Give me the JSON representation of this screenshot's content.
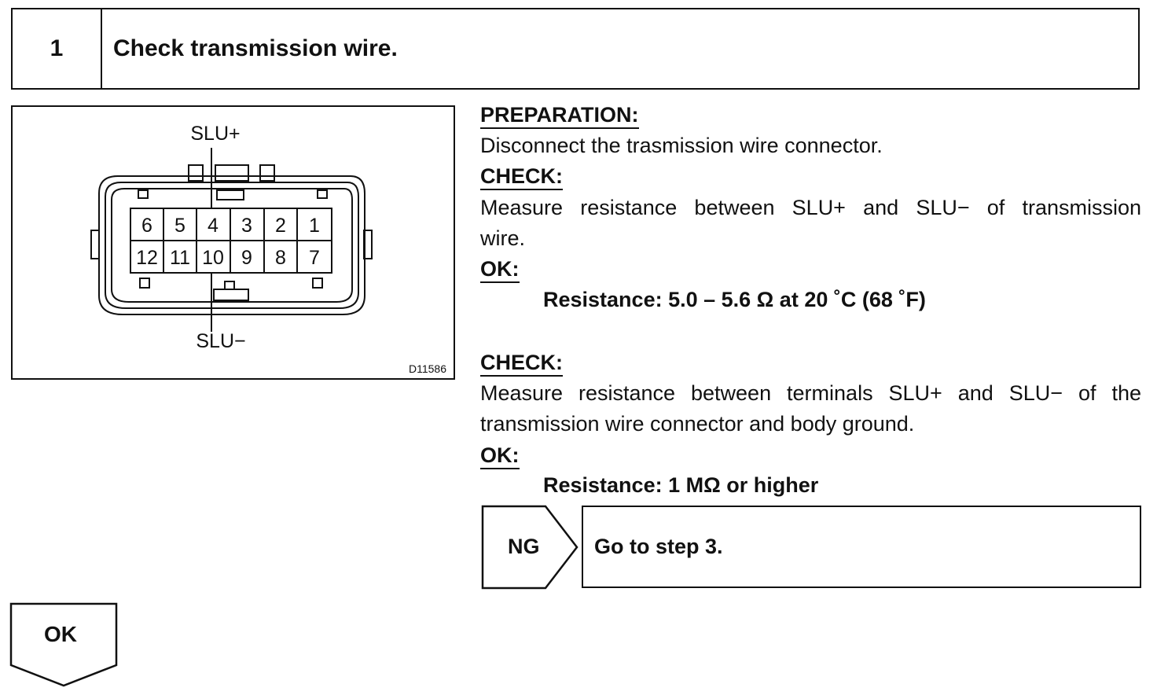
{
  "step": {
    "number": "1",
    "title": "Check transmission wire."
  },
  "figure": {
    "label_top": "SLU+",
    "label_bottom": "SLU−",
    "code": "D11586",
    "pins_row1": [
      "6",
      "5",
      "4",
      "3",
      "2",
      "1"
    ],
    "pins_row2": [
      "12",
      "11",
      "10",
      "9",
      "8",
      "7"
    ]
  },
  "instructions": {
    "prep_label": "PREPARATION:",
    "prep_text": "Disconnect the trasmission wire connector.",
    "check1_label": "CHECK:",
    "check1_line1": "Measure resistance between SLU+ and SLU− of transmission",
    "check1_line2": "wire.",
    "ok1_label": "OK:",
    "ok1_spec": "Resistance: 5.0 – 5.6 Ω at 20 ˚C (68 ˚F)",
    "check2_label": "CHECK:",
    "check2_line1": "Measure resistance between terminals SLU+ and SLU− of the",
    "check2_line2": "transmission wire connector and body ground.",
    "ok2_label": "OK:",
    "ok2_spec": "Resistance: 1 MΩ or higher"
  },
  "flow": {
    "ng_label": "NG",
    "ng_action": "Go to step 3.",
    "ok_label": "OK"
  }
}
